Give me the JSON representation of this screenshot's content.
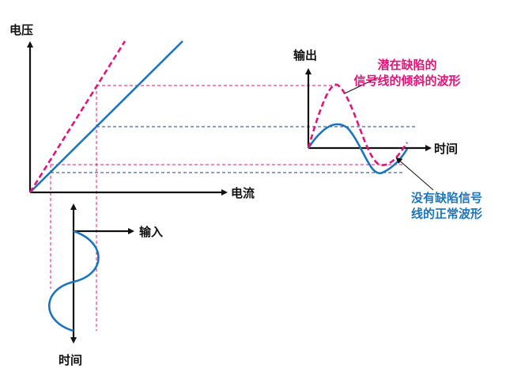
{
  "labels": {
    "voltage_axis": "电压",
    "current_axis": "电流",
    "output_axis": "输出",
    "output_time_axis": "时间",
    "input_axis": "输入",
    "input_time_axis": "时间"
  },
  "annotations": {
    "defect": {
      "line1": "潜在缺陷的",
      "line2": "信号线的倾斜的波形"
    },
    "normal": {
      "line1": "没有缺陷信号",
      "line2": "线的正常波形"
    }
  },
  "colors": {
    "defect": "#e0157a",
    "normal": "#1b75bb",
    "axis": "#111111",
    "guide_defect": "#e0157a",
    "guide_normal": "#1d3c7a"
  }
}
